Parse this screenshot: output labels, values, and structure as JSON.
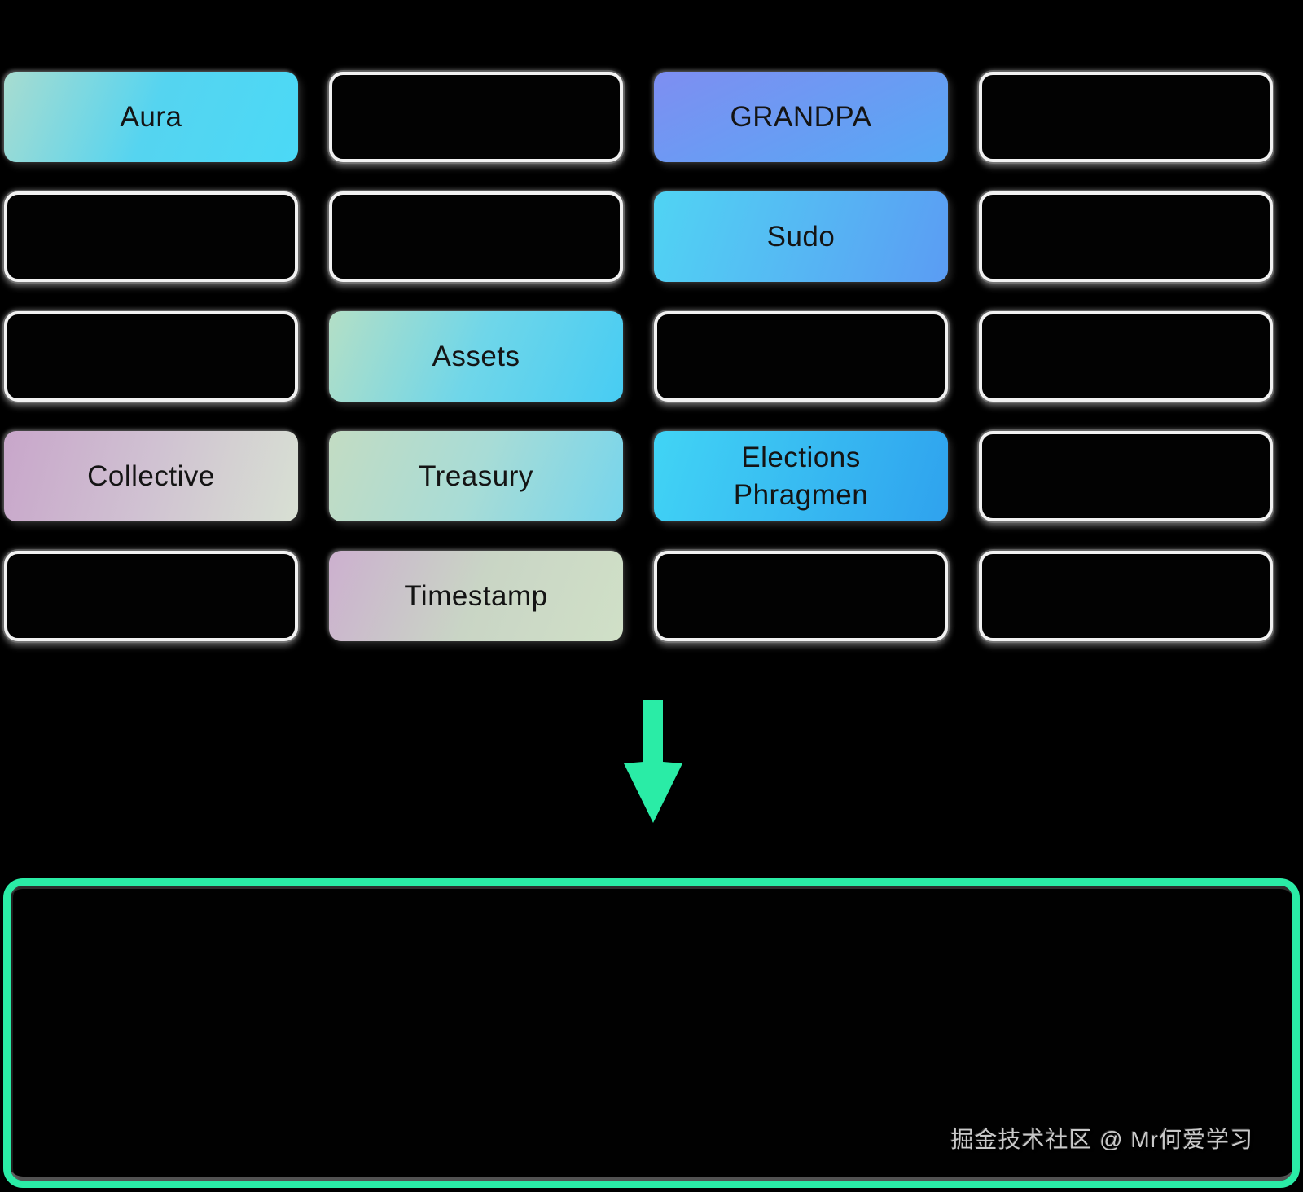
{
  "page": {
    "background": "#000000"
  },
  "grid": {
    "cells": [
      {
        "label": "Aura",
        "variant": "aura"
      },
      {
        "label": "",
        "variant": "empty"
      },
      {
        "label": "GRANDPA",
        "variant": "grandpa"
      },
      {
        "label": "",
        "variant": "empty"
      },
      {
        "label": "",
        "variant": "empty"
      },
      {
        "label": "",
        "variant": "empty"
      },
      {
        "label": "Sudo",
        "variant": "sudo"
      },
      {
        "label": "",
        "variant": "empty"
      },
      {
        "label": "",
        "variant": "empty"
      },
      {
        "label": "Assets",
        "variant": "assets"
      },
      {
        "label": "",
        "variant": "empty"
      },
      {
        "label": "",
        "variant": "empty"
      },
      {
        "label": "Collective",
        "variant": "collective"
      },
      {
        "label": "Treasury",
        "variant": "treasury"
      },
      {
        "label": "Elections\nPhragmen",
        "variant": "elections"
      },
      {
        "label": "",
        "variant": "empty"
      },
      {
        "label": "",
        "variant": "empty"
      },
      {
        "label": "Timestamp",
        "variant": "timestamp"
      },
      {
        "label": "",
        "variant": "empty"
      },
      {
        "label": "",
        "variant": "empty"
      }
    ]
  },
  "gradients": {
    "aura": {
      "angle": "112deg",
      "stops": [
        "#a8dcd0",
        "#55d4f0",
        "#4bd9f6"
      ]
    },
    "grandpa": {
      "angle": "155deg",
      "stops": [
        "#7e8ef2",
        "#57a8f4"
      ]
    },
    "sudo": {
      "angle": "108deg",
      "stops": [
        "#50d4f3",
        "#5b9cf3"
      ]
    },
    "assets": {
      "angle": "112deg",
      "stops": [
        "#b4dfc6",
        "#6fd6e9",
        "#47ccf3"
      ]
    },
    "collective": {
      "angle": "105deg",
      "stops": [
        "#c8a6ca",
        "#d0c2d2",
        "#d8e0d3"
      ]
    },
    "treasury": {
      "angle": "112deg",
      "stops": [
        "#c3dcc3",
        "#a8dcd6",
        "#76d5ec"
      ]
    },
    "elections": {
      "angle": "108deg",
      "stops": [
        "#41d4f5",
        "#2fa2ee"
      ]
    },
    "timestamp": {
      "angle": "112deg",
      "stops": [
        "#ccb0cf",
        "#c9d5c5",
        "#d0e0c7"
      ]
    }
  },
  "arrow": {
    "color": "#2aeca6",
    "direction": "down"
  },
  "panel": {
    "border_color": "#2aeca6",
    "watermark": "掘金技术社区 @ Mr何爱学习"
  }
}
